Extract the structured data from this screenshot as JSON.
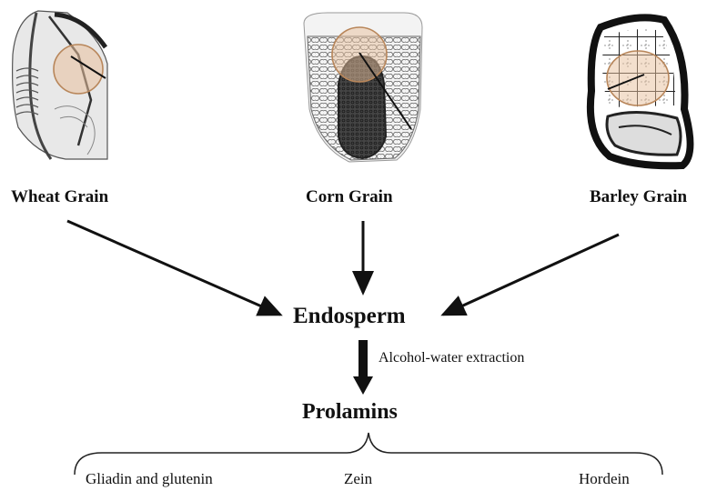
{
  "grains": [
    {
      "name": "Wheat Grain",
      "icon": "wheat-grain-icon"
    },
    {
      "name": "Corn Grain",
      "icon": "corn-grain-icon"
    },
    {
      "name": "Barley Grain",
      "icon": "barley-grain-icon"
    }
  ],
  "endosperm": "Endosperm",
  "extraction": "Alcohol-water extraction",
  "prolamins": "Prolamins",
  "products": [
    "Gliadin and glutenin",
    "Zein",
    "Hordein"
  ],
  "colors": {
    "highlight_fill": "#e7bf9c",
    "highlight_stroke": "#b8865a",
    "line": "#111111"
  }
}
